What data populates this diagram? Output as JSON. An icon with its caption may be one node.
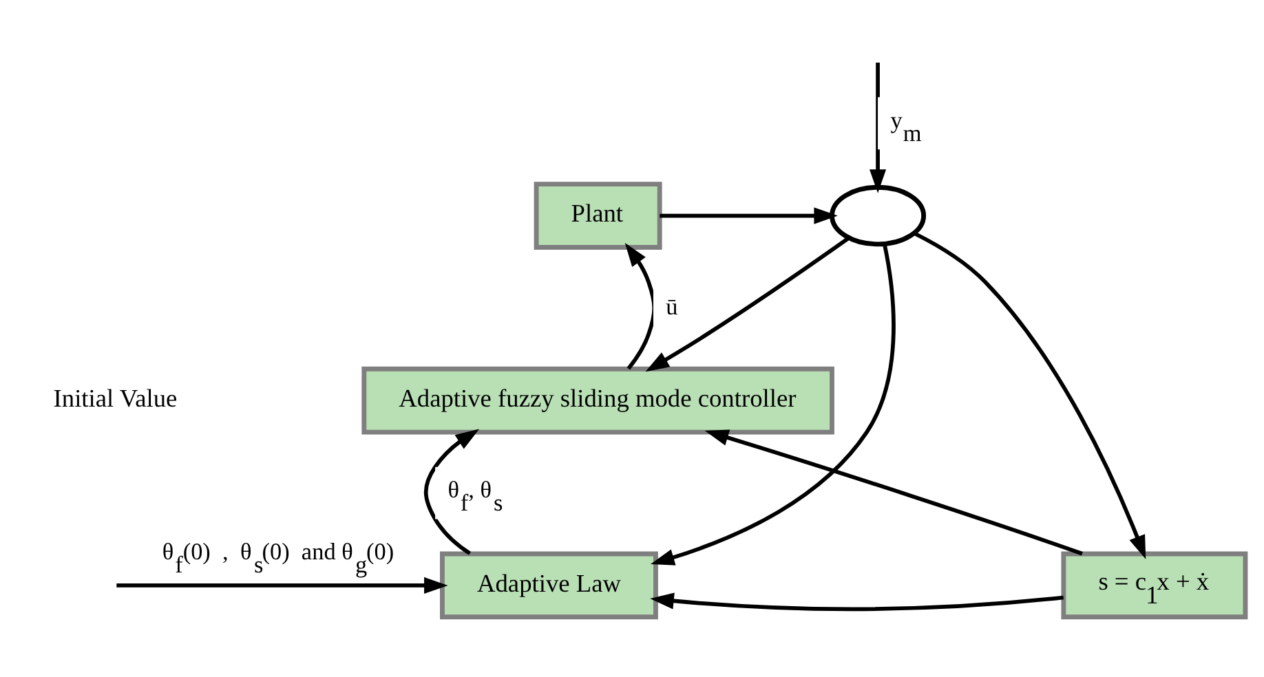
{
  "diagram": {
    "nodes": [
      {
        "text": [
          "Plant"
        ]
      },
      {
        "text": [
          "Adaptive fuzzy sliding mode controller"
        ]
      },
      {
        "text": [
          "Adaptive Law"
        ]
      },
      {
        "text": [
          "s = c$_{1}$x + ẋ"
        ]
      },
      {
        "text": [],
        "shape": "ellipse"
      }
    ],
    "edges": [
      {
        "from": null,
        "to": 4,
        "arrow": "to",
        "label": "y$_{m}$"
      },
      {
        "from": 0,
        "to": 4,
        "arrow": "to"
      },
      {
        "from": 4,
        "to": 1,
        "arrow": "to"
      },
      {
        "from": 4,
        "to": 3,
        "arrow": "to"
      },
      {
        "from": 4,
        "to": 2,
        "arrow": "to"
      },
      {
        "from": 1,
        "to": 0,
        "arrow": "to",
        "label": "ū"
      },
      {
        "from": 2,
        "to": 1,
        "arrow": "to",
        "label": "θ$_{f}$, θ$_{s}$"
      },
      {
        "from": 3,
        "to": 1,
        "arrow": "to"
      },
      {
        "from": 3,
        "to": 2,
        "arrow": "to"
      },
      {
        "from": null,
        "to": 2,
        "arrow": "to",
        "label": "θ$_{f}$(0)  ,  θ$_{s}$(0)  and θ$_{g}$(0)"
      }
    ],
    "labels": [
      "Initial Value"
    ]
  }
}
